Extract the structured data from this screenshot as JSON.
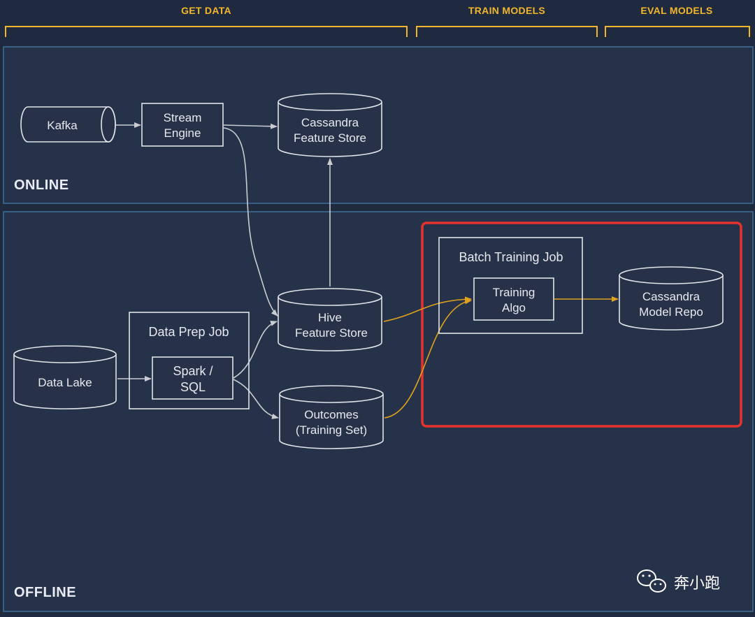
{
  "phases": {
    "get_data": "GET DATA",
    "train_models": "TRAIN MODELS",
    "eval_models": "EVAL MODELS"
  },
  "regions": {
    "online": "ONLINE",
    "offline": "OFFLINE"
  },
  "nodes": {
    "kafka": "Kafka",
    "stream_engine": [
      "Stream",
      "Engine"
    ],
    "cassandra_feature_store": [
      "Cassandra",
      "Feature Store"
    ],
    "data_lake": "Data Lake",
    "data_prep_job": "Data Prep Job",
    "spark_sql": [
      "Spark /",
      "SQL"
    ],
    "hive_feature_store": [
      "Hive",
      "Feature Store"
    ],
    "outcomes": [
      "Outcomes",
      "(Training Set)"
    ],
    "batch_training_job": "Batch Training Job",
    "training_algo": [
      "Training",
      "Algo"
    ],
    "cassandra_model_repo": [
      "Cassandra",
      "Model Repo"
    ]
  },
  "watermark": "奔小跑",
  "colors": {
    "background": "#1f2a3e",
    "region_border": "#3d6f99",
    "phase_accent": "#f2b62e",
    "highlight_box": "#e5322d",
    "node_stroke": "#e1e4e9",
    "flow_line": "#c9ccd1",
    "training_flow": "#e0a21c"
  }
}
